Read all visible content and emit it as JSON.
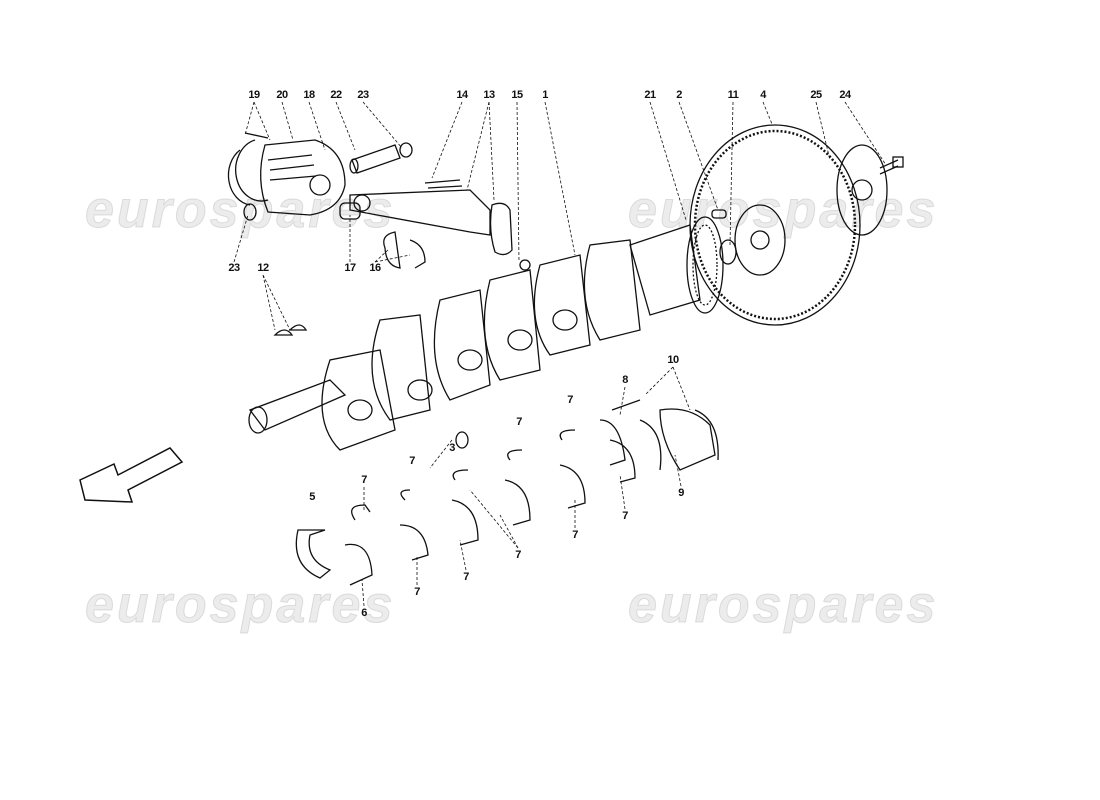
{
  "watermark": "eurospares",
  "callouts": [
    "19",
    "20",
    "18",
    "22",
    "23",
    "14",
    "13",
    "15",
    "1",
    "21",
    "2",
    "11",
    "4",
    "25",
    "24",
    "23",
    "12",
    "17",
    "16",
    "10",
    "8",
    "7",
    "7",
    "3",
    "7",
    "7",
    "5",
    "9",
    "7",
    "7",
    "7",
    "7",
    "7",
    "6"
  ],
  "direction_arrow_icon": "arrow-down-left-icon"
}
